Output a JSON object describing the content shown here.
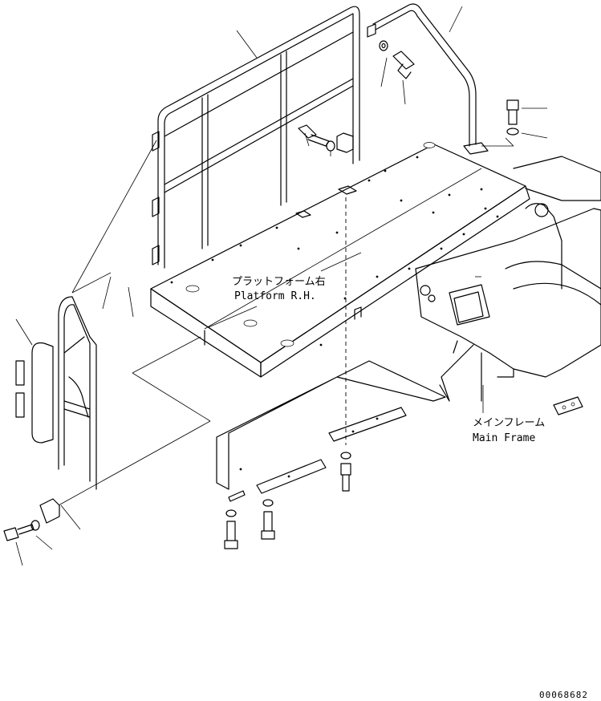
{
  "labels": {
    "platform_jp": "プラットフォーム右",
    "platform_en": "Platform R.H.",
    "mainframe_jp": "メインフレーム",
    "mainframe_en": "Main Frame"
  },
  "drawing_number": "00068682"
}
